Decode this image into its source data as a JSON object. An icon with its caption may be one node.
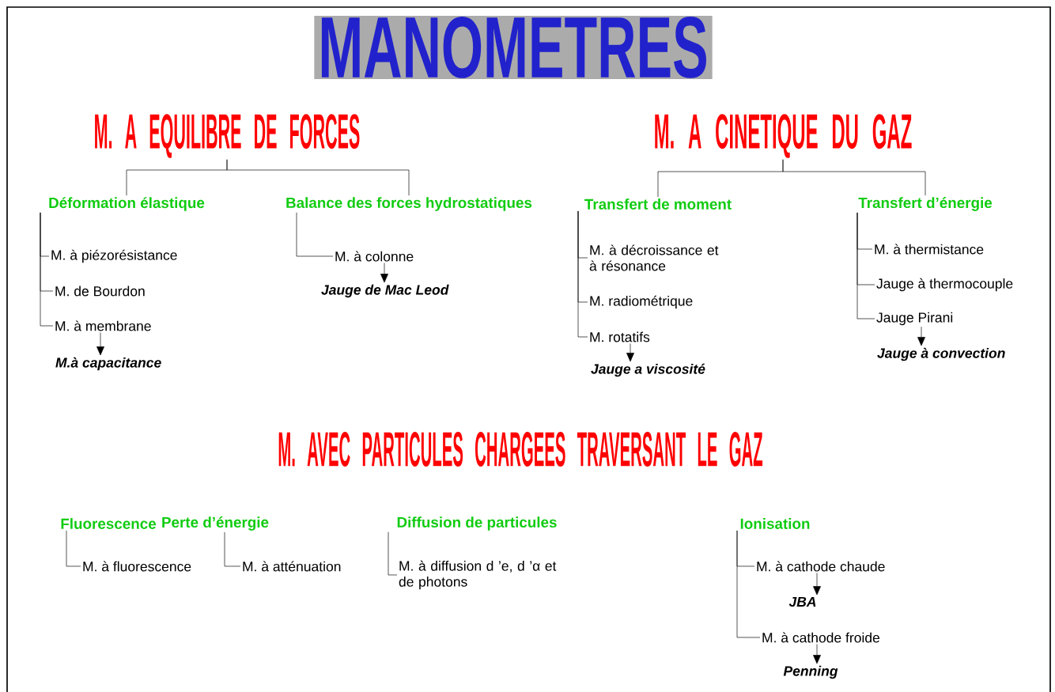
{
  "diagram": {
    "title": "MANOMETRES",
    "nodes": [
      {
        "text": [
          "M. A EQUILIBRE DE FORCES"
        ]
      },
      {
        "text": [
          "Déformation élastique"
        ]
      },
      {
        "text": [
          "Balance des forces hydrostatiques"
        ]
      },
      {
        "text": [
          "M. à piézorésistance"
        ]
      },
      {
        "text": [
          "M. de Bourdon"
        ]
      },
      {
        "text": [
          "M. à membrane"
        ]
      },
      {
        "text": [
          "M.à capacitance"
        ]
      },
      {
        "text": [
          "M. à colonne"
        ]
      },
      {
        "text": [
          "Jauge de Mac Leod"
        ]
      },
      {
        "text": [
          "M. A CINETIQUE DU GAZ"
        ]
      },
      {
        "text": [
          "Transfert de moment"
        ]
      },
      {
        "text": [
          "Transfert d’énergie"
        ]
      },
      {
        "text": [
          "M. à décroissance et à résonance"
        ]
      },
      {
        "text": [
          "M. radiométrique"
        ]
      },
      {
        "text": [
          "M. rotatifs"
        ]
      },
      {
        "text": [
          "Jauge a viscosité"
        ]
      },
      {
        "text": [
          "M. à thermistance"
        ]
      },
      {
        "text": [
          "Jauge à thermocouple"
        ]
      },
      {
        "text": [
          "Jauge Pirani"
        ]
      },
      {
        "text": [
          "Jauge à convection"
        ]
      },
      {
        "text": [
          "Fluorescence"
        ]
      },
      {
        "text": [
          "Perte d’énergie"
        ]
      },
      {
        "text": [
          "Diffusion de particules"
        ]
      },
      {
        "text": [
          "Ionisation"
        ]
      },
      {
        "text": [
          "M. à fluorescence"
        ]
      },
      {
        "text": [
          "M. à atténuation"
        ]
      },
      {
        "text": [
          "M. à diffusion d ’e, d ’α et de photons"
        ]
      },
      {
        "text": [
          "M. à cathode chaude"
        ]
      },
      {
        "text": [
          "JBA"
        ]
      },
      {
        "text": [
          "M. à cathode froide"
        ]
      },
      {
        "text": [
          "Penning"
        ]
      }
    ],
    "edges": [
      {
        "from": 0,
        "to": 1,
        "arrow": "none"
      },
      {
        "from": 0,
        "to": 2,
        "arrow": "none"
      },
      {
        "from": 1,
        "to": 3,
        "arrow": "none"
      },
      {
        "from": 1,
        "to": 4,
        "arrow": "none"
      },
      {
        "from": 1,
        "to": 5,
        "arrow": "none"
      },
      {
        "from": 5,
        "to": 6,
        "arrow": "to"
      },
      {
        "from": 2,
        "to": 7,
        "arrow": "none"
      },
      {
        "from": 7,
        "to": 8,
        "arrow": "to"
      },
      {
        "from": 9,
        "to": 10,
        "arrow": "none"
      },
      {
        "from": 9,
        "to": 11,
        "arrow": "none"
      },
      {
        "from": 10,
        "to": 12,
        "arrow": "none"
      },
      {
        "from": 10,
        "to": 13,
        "arrow": "none"
      },
      {
        "from": 10,
        "to": 14,
        "arrow": "none"
      },
      {
        "from": 14,
        "to": 15,
        "arrow": "to"
      },
      {
        "from": 11,
        "to": 16,
        "arrow": "none"
      },
      {
        "from": 11,
        "to": 17,
        "arrow": "none"
      },
      {
        "from": 11,
        "to": 18,
        "arrow": "none"
      },
      {
        "from": 18,
        "to": 19,
        "arrow": "to"
      },
      {
        "from": 20,
        "to": 24,
        "arrow": "none"
      },
      {
        "from": 21,
        "to": 25,
        "arrow": "none"
      },
      {
        "from": 22,
        "to": 26,
        "arrow": "none"
      },
      {
        "from": 23,
        "to": 27,
        "arrow": "none"
      },
      {
        "from": 27,
        "to": 28,
        "arrow": "to"
      },
      {
        "from": 23,
        "to": 29,
        "arrow": "none"
      },
      {
        "from": 29,
        "to": 30,
        "arrow": "to"
      }
    ],
    "labels": [
      "M. AVEC PARTICULES CHARGEES TRAVERSANT LE GAZ"
    ]
  }
}
